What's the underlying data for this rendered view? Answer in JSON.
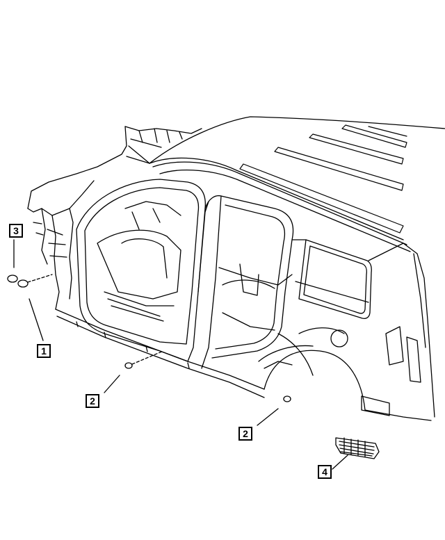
{
  "diagram": {
    "callouts": [
      {
        "id": "callout-3",
        "label": "3"
      },
      {
        "id": "callout-1",
        "label": "1"
      },
      {
        "id": "callout-2a",
        "label": "2"
      },
      {
        "id": "callout-2b",
        "label": "2"
      },
      {
        "id": "callout-4",
        "label": "4"
      }
    ],
    "colors": {
      "line": "#000000",
      "background": "#ffffff"
    }
  }
}
